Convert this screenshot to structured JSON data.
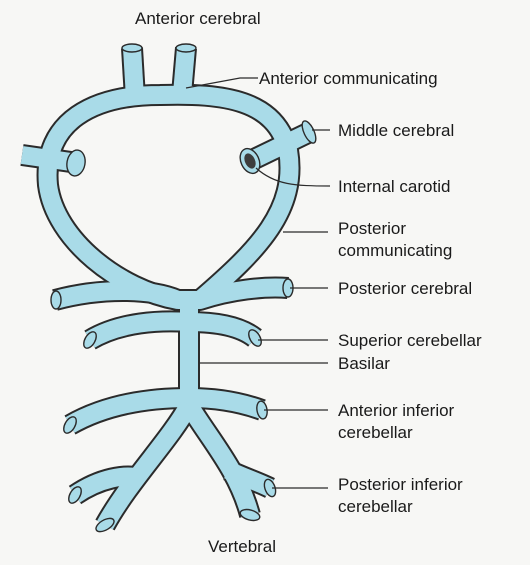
{
  "diagram": {
    "colors": {
      "vessel_fill": "#a9dbe8",
      "outline": "#2b2b2b",
      "background": "#f7f7f5"
    },
    "labels": {
      "anterior_cerebral": "Anterior cerebral",
      "anterior_communicating": "Anterior communicating",
      "middle_cerebral": "Middle cerebral",
      "internal_carotid": "Internal carotid",
      "posterior_communicating_1": "Posterior",
      "posterior_communicating_2": "communicating",
      "posterior_cerebral": "Posterior cerebral",
      "superior_cerebellar": "Superior cerebellar",
      "basilar": "Basilar",
      "anterior_inferior_cerebellar_1": "Anterior inferior",
      "anterior_inferior_cerebellar_2": "cerebellar",
      "posterior_inferior_cerebellar_1": "Posterior inferior",
      "posterior_inferior_cerebellar_2": "cerebellar",
      "vertebral": "Vertebral"
    }
  }
}
